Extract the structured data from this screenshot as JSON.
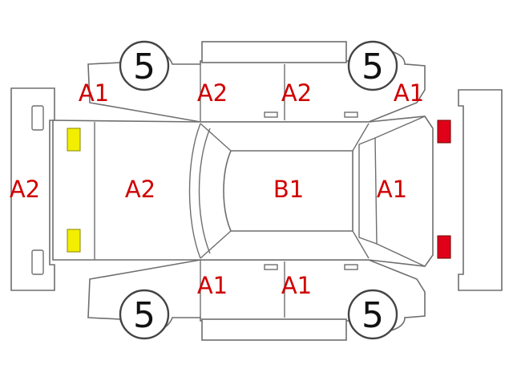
{
  "colors": {
    "code_text": "#d00000",
    "outline": "#6e6e6e",
    "headlight": "#f2ee00",
    "taillight": "#e0001a"
  },
  "tires": {
    "front_left": "5",
    "rear_left": "5",
    "front_right": "5",
    "rear_right": "5"
  },
  "codes": {
    "front_bumper": "A2",
    "hood": "A2",
    "roof": "B1",
    "trunk_lid": "A1",
    "fender_top_front": "A1",
    "door_top_front": "A2",
    "door_top_rear": "A2",
    "quarter_top_rear": "A1",
    "door_bottom_front": "A1",
    "door_bottom_rear": "A1"
  },
  "lamps": {
    "headlights": "yellow",
    "taillights": "red"
  }
}
